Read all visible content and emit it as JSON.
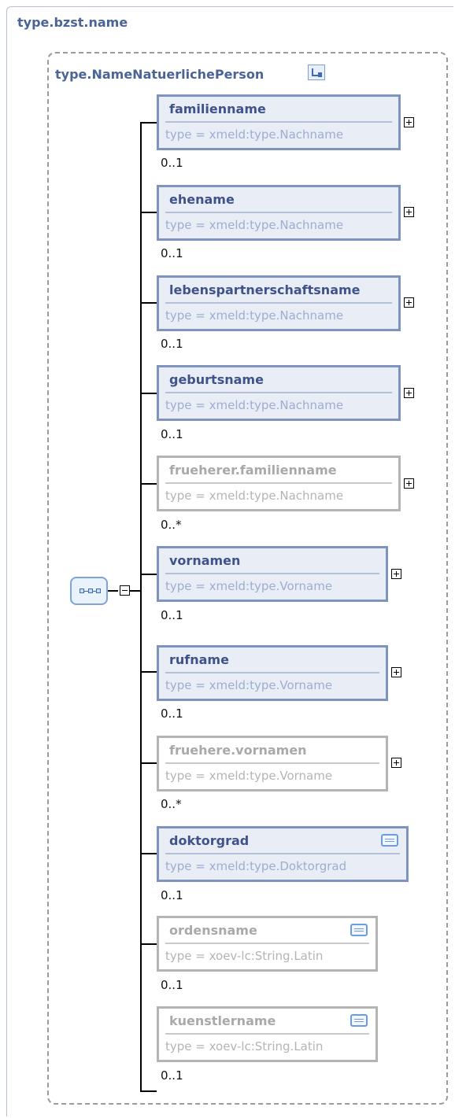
{
  "outer_title": "type.bzst.name",
  "inner_title": "type.NameNatuerlichePerson",
  "elements": [
    {
      "name": "familienname",
      "type": "type = xmeld:type.Nachname",
      "cardinality": "0..1",
      "optional_style": false,
      "annotation": false
    },
    {
      "name": "ehename",
      "type": "type = xmeld:type.Nachname",
      "cardinality": "0..1",
      "optional_style": false,
      "annotation": false
    },
    {
      "name": "lebenspartnerschaftsname",
      "type": "type = xmeld:type.Nachname",
      "cardinality": "0..1",
      "optional_style": false,
      "annotation": false
    },
    {
      "name": "geburtsname",
      "type": "type = xmeld:type.Nachname",
      "cardinality": "0..1",
      "optional_style": false,
      "annotation": false
    },
    {
      "name": "frueherer.familienname",
      "type": "type = xmeld:type.Nachname",
      "cardinality": "0..*",
      "optional_style": true,
      "annotation": false
    },
    {
      "name": "vornamen",
      "type": "type = xmeld:type.Vorname",
      "cardinality": "0..1",
      "optional_style": false,
      "annotation": false
    },
    {
      "name": "rufname",
      "type": "type = xmeld:type.Vorname",
      "cardinality": "0..1",
      "optional_style": false,
      "annotation": false
    },
    {
      "name": "fruehere.vornamen",
      "type": "type = xmeld:type.Vorname",
      "cardinality": "0..*",
      "optional_style": true,
      "annotation": false
    },
    {
      "name": "doktorgrad",
      "type": "type = xmeld:type.Doktorgrad",
      "cardinality": "0..1",
      "optional_style": false,
      "annotation": true
    },
    {
      "name": "ordensname",
      "type": "type = xoev-lc:String.Latin",
      "cardinality": "0..1",
      "optional_style": true,
      "annotation": true
    },
    {
      "name": "kuenstlername",
      "type": "type = xoev-lc:String.Latin",
      "cardinality": "0..1",
      "optional_style": true,
      "annotation": true
    }
  ]
}
